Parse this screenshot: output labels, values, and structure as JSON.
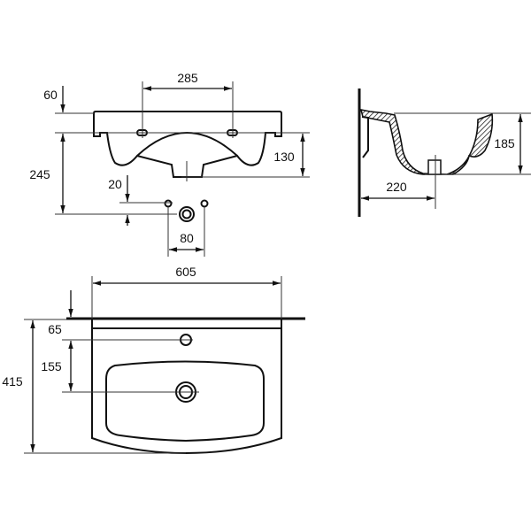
{
  "drawing": {
    "title": "Washbasin dimension drawing",
    "front_view": {
      "tap_hole_spacing": "285",
      "rim_height": "60",
      "outlet_height": "245",
      "bowl_depth": "130",
      "outlet_offset": "20",
      "outlet_spacing": "80"
    },
    "side_view": {
      "height": "185",
      "outlet_from_wall": "220"
    },
    "top_view": {
      "width": "605",
      "tap_hole_from_wall": "65",
      "drain_from_tap_hole": "155",
      "depth": "415"
    }
  }
}
